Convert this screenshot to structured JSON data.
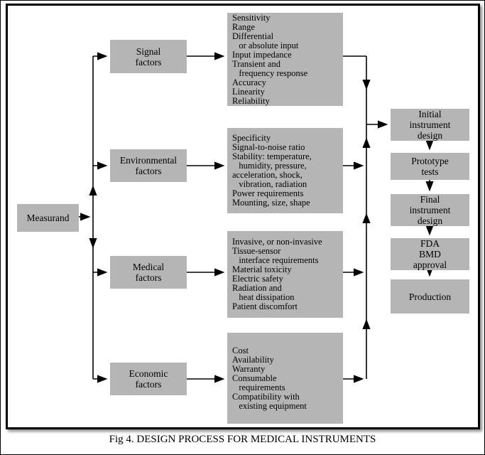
{
  "caption": "Fig 4. DESIGN PROCESS FOR MEDICAL INSTRUMENTS",
  "colors": {
    "box_fill": "#b5b5b5",
    "line": "#000000",
    "background": "#ffffff"
  },
  "measurand": {
    "label": "Measurand"
  },
  "factors": [
    {
      "label": "Signal\nfactors",
      "details": "Sensitivity\nRange\nDifferential\n   or absolute input\nInput impedance\nTransient and\n   frequency response\nAccuracy\nLinearity\nReliability"
    },
    {
      "label": "Environmental\nfactors",
      "details": "Specificity\nSignal-to-noise ratio\nStability: temperature,\n   humidity, pressure,\nacceleration, shock,\n   vibration, radiation\nPower requirements\nMounting, size, shape"
    },
    {
      "label": "Medical\nfactors",
      "details": "Invasive, or non-invasive\nTissue-sensor\n   interface requirements\nMaterial toxicity\nElectric safety\nRadiation and\n   heat dissipation\nPatient discomfort"
    },
    {
      "label": "Economic\nfactors",
      "details": "Cost\nAvailability\nWarranty\nConsumable\n   requirements\nCompatibility with\n   existing equipment"
    }
  ],
  "process": [
    {
      "label": "Initial\ninstrument\ndesign"
    },
    {
      "label": "Prototype\ntests"
    },
    {
      "label": "Final\ninstrument\ndesign"
    },
    {
      "label": "FDA\nBMD\napproval"
    },
    {
      "label": "Production"
    }
  ]
}
